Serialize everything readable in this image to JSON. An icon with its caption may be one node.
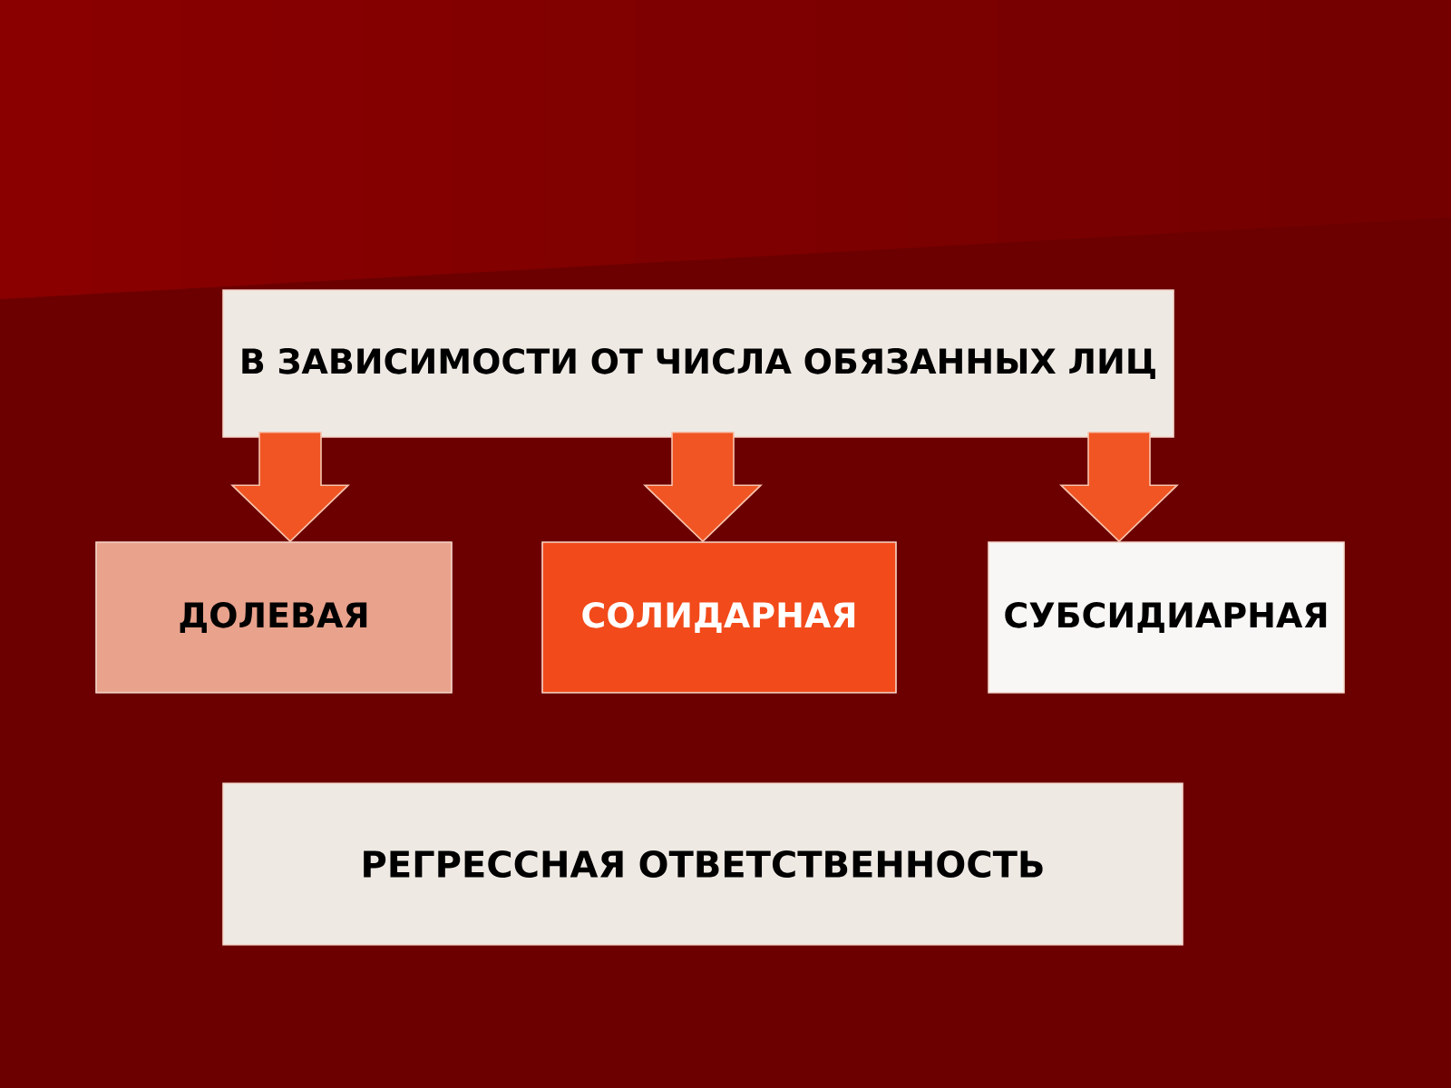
{
  "diagram": {
    "nodes": [
      {
        "text": [
          "В ЗАВИСИМОСТИ ОТ ЧИСЛА ОБЯЗАННЫХ ЛИЦ"
        ]
      },
      {
        "text": [
          "ДОЛЕВАЯ"
        ]
      },
      {
        "text": [
          "СОЛИДАРНАЯ"
        ]
      },
      {
        "text": [
          "СУБСИДИАРНАЯ"
        ]
      },
      {
        "text": [
          "РЕГРЕССНАЯ ОТВЕТСТВЕННОСТЬ"
        ]
      }
    ],
    "edges": [
      {
        "from": 0,
        "to": 1,
        "arrow": "to"
      },
      {
        "from": 0,
        "to": 2,
        "arrow": "to"
      },
      {
        "from": 0,
        "to": 3,
        "arrow": "to"
      }
    ]
  }
}
